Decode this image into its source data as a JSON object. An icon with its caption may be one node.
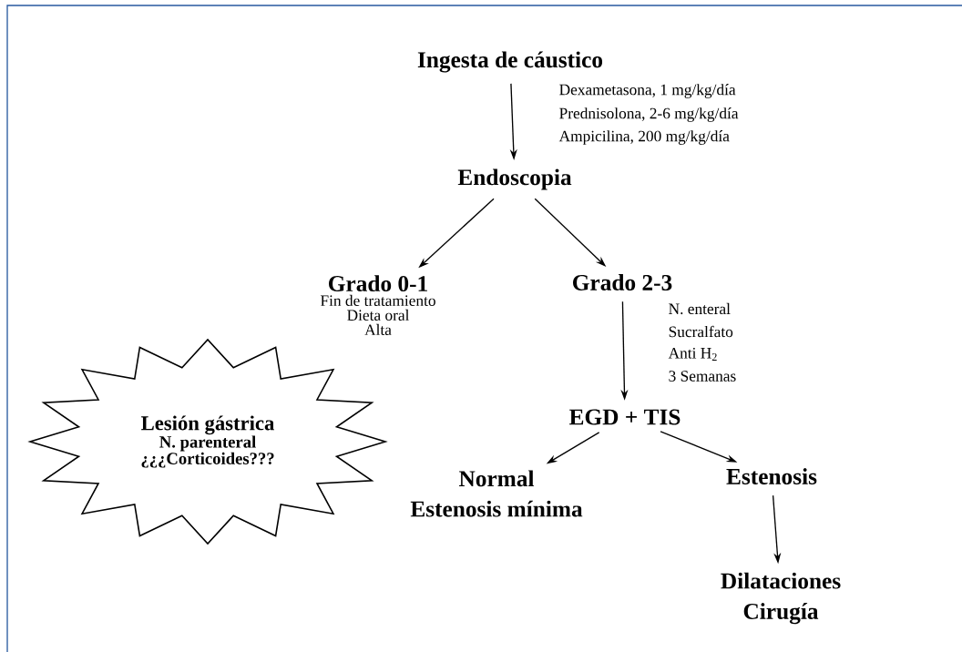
{
  "diagram": {
    "nodes": [
      {
        "text": [
          "Ingesta de cáustico"
        ]
      },
      {
        "text": [
          "Endoscopia"
        ]
      },
      {
        "text": [
          "Grado 0-1",
          "Fin de tratamiento",
          "Dieta oral",
          "Alta"
        ]
      },
      {
        "text": [
          "Grado 2-3"
        ]
      },
      {
        "text": [
          "EGD + TIS"
        ]
      },
      {
        "text": [
          "Normal",
          "Estenosis mínima"
        ]
      },
      {
        "text": [
          "Estenosis"
        ]
      },
      {
        "text": [
          "Dilataciones",
          "Cirugía"
        ]
      },
      {
        "text": [
          "Lesión gástrica",
          "N. parenteral",
          "¿¿¿Corticoides???"
        ]
      }
    ],
    "edges": [
      {
        "from": 0,
        "to": 1,
        "arrow": "to"
      },
      {
        "from": 1,
        "to": 2,
        "arrow": "to"
      },
      {
        "from": 1,
        "to": 3,
        "arrow": "to"
      },
      {
        "from": 3,
        "to": 4,
        "arrow": "to"
      },
      {
        "from": 4,
        "to": 5,
        "arrow": "to"
      },
      {
        "from": 4,
        "to": 6,
        "arrow": "to"
      },
      {
        "from": 6,
        "to": 7,
        "arrow": "to"
      }
    ],
    "labels": [
      "Dexametasona, 1 mg/kg/día",
      "Prednisolona, 2-6 mg/kg/día",
      "Ampicilina, 200 mg/kg/día",
      "N. enteral",
      "Sucralfato",
      "Anti H$_{2}$",
      "3 Semanas"
    ]
  }
}
